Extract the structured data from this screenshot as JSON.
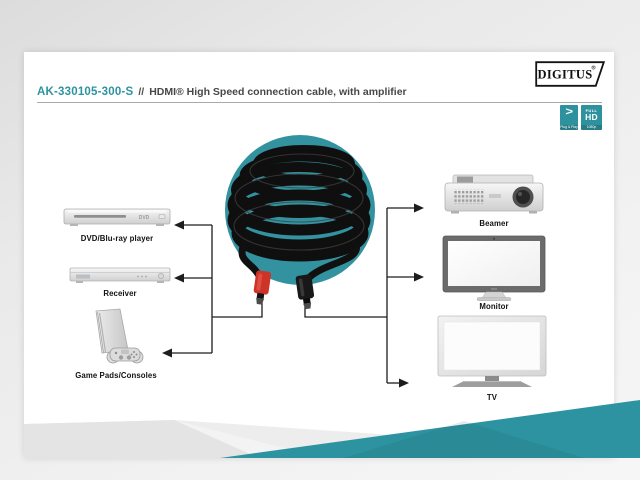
{
  "header": {
    "product_code": "AK-330105-300-S",
    "separator": "//",
    "title": "HDMI® High Speed connection cable, with amplifier"
  },
  "brand": {
    "name": "DIGITUS",
    "registered": "®"
  },
  "badges": [
    {
      "name": "plug-and-play",
      "symbol": ">",
      "label": "Plug & Play"
    },
    {
      "name": "full-hd",
      "line1": "FULL",
      "line2": "HD",
      "label": "1080p"
    }
  ],
  "product_image": {
    "alt": "coiled HDMI high speed cable with red amplifier connector on teal circle"
  },
  "devices": {
    "left": [
      {
        "label": "DVD/Blu-ray player"
      },
      {
        "label": "Receiver"
      },
      {
        "label": "Game Pads/Consoles"
      }
    ],
    "right": [
      {
        "label": "Beamer"
      },
      {
        "label": "Monitor"
      },
      {
        "label": "TV"
      }
    ]
  },
  "colors": {
    "accent_teal": "#2E93A0",
    "badge_teal": "#2E919E",
    "circle_teal": "#33929F",
    "connector_red": "#CD3327",
    "line_black": "#1D1D1D"
  }
}
